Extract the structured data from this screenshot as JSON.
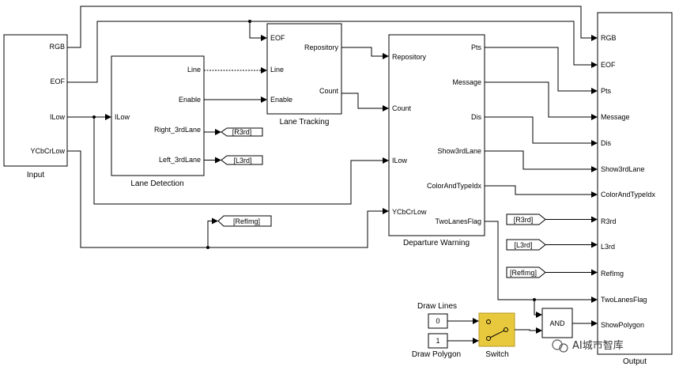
{
  "blocks": {
    "input": {
      "title": "Input",
      "ports_out": [
        "RGB",
        "EOF",
        "ILow",
        "YCbCrLow"
      ]
    },
    "lane_detection": {
      "title": "Lane Detection",
      "ports_in": [
        "ILow"
      ],
      "ports_out": [
        "Line",
        "Enable",
        "Right_3rdLane",
        "Left_3rdLane"
      ]
    },
    "lane_tracking": {
      "title": "Lane Tracking",
      "ports_in": [
        "EOF",
        "Line",
        "Enable"
      ],
      "ports_out": [
        "Repository",
        "Count"
      ]
    },
    "departure_warning": {
      "title": "Departure Warning",
      "ports_in": [
        "Repository",
        "Count",
        "ILow",
        "YCbCrLow"
      ],
      "ports_out": [
        "Pts",
        "Message",
        "Dis",
        "Show3rdLane",
        "ColorAndTypeIdx",
        "TwoLanesFlag"
      ]
    },
    "output": {
      "title": "Output",
      "ports_in": [
        "RGB",
        "EOF",
        "Pts",
        "Message",
        "Dis",
        "Show3rdLane",
        "ColorAndTypeIdx",
        "R3rd",
        "L3rd",
        "RefImg",
        "TwoLanesFlag",
        "ShowPolygon"
      ]
    },
    "and_gate": {
      "label": "AND"
    },
    "switch": {
      "title": "Switch"
    },
    "draw_lines": {
      "title": "Draw Lines",
      "value": "0"
    },
    "draw_polygon": {
      "title": "Draw Polygon",
      "value": "1"
    }
  },
  "goto_tags": [
    "[R3rd]",
    "[L3rd]",
    "[RefImg]"
  ],
  "from_tags": [
    "[R3rd]",
    "[L3rd]",
    "[RefImg]"
  ],
  "watermark": "AI城市智库"
}
